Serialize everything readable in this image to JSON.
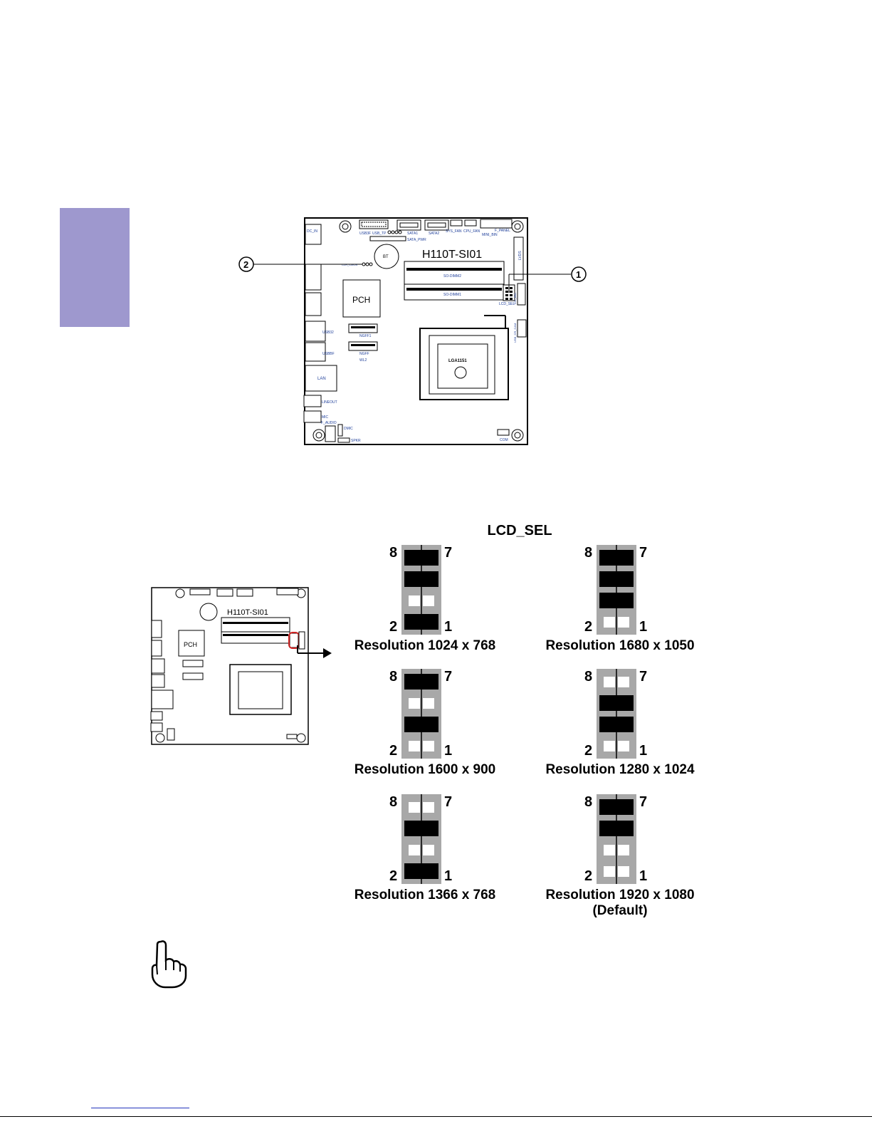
{
  "colors": {
    "tab": "#9e98ce",
    "label_blue": "#1f3f9a",
    "jumper_bg": "#a8a8a8"
  },
  "board_main": {
    "model": "H110T-SI01",
    "chip": "PCH",
    "battery": "BT",
    "memory_slots": [
      "SO-DIMM2",
      "SO-DIMM1"
    ],
    "cpu_socket": "LGA1151",
    "labels": {
      "dc_in": "DC_IN",
      "usb3f": "USB3F",
      "usb_tp": "USB_TP",
      "sata1": "SATA1",
      "sata2": "SATA2",
      "sys_fan": "SYS_FAN",
      "cpu_fan": "CPU_FAN",
      "f_panel": "F_PANEL",
      "mini_bin": "MINI_BIN",
      "sata_pwr": "SATA_PWR",
      "clr_cmos": "CLR_CMOS",
      "lvds": "LVDS",
      "lcd_sel": "LCD_SEL",
      "inv_bkl": "INV_BKL",
      "usb_cr_cam": "USB_CR_CAM",
      "usb32": "USB32",
      "usb_bf": "USBBF",
      "ngff1": "NGFF1",
      "ngff": "NGFF",
      "wl2": "WL2",
      "lan": "LAN",
      "lineout": "LINEOUT",
      "mic": "MIC",
      "f_audio": "F_AUDIO",
      "dmic": "DMIC",
      "spkr": "SPKR",
      "com": "COM"
    },
    "callouts": [
      "2",
      "1"
    ]
  },
  "board_small": {
    "model": "H110T-SI01",
    "chip": "PCH"
  },
  "lcd_sel": {
    "title": "LCD_SEL",
    "pin_top_left": "8",
    "pin_top_right": "7",
    "pin_bottom_left": "2",
    "pin_bottom_right": "1",
    "settings": [
      {
        "resolution": "Resolution 1024 x 768",
        "note": "",
        "caps": [
          true,
          true,
          false,
          true
        ]
      },
      {
        "resolution": "Resolution 1680 x 1050",
        "note": "",
        "caps": [
          true,
          true,
          true,
          false
        ]
      },
      {
        "resolution": "Resolution 1600 x 900",
        "note": "",
        "caps": [
          true,
          false,
          true,
          false
        ]
      },
      {
        "resolution": "Resolution 1280 x 1024",
        "note": "",
        "caps": [
          false,
          true,
          true,
          false
        ]
      },
      {
        "resolution": "Resolution 1366 x 768",
        "note": "",
        "caps": [
          false,
          true,
          false,
          true
        ]
      },
      {
        "resolution": "Resolution 1920 x 1080",
        "note": "(Default)",
        "caps": [
          true,
          true,
          false,
          false
        ]
      }
    ]
  },
  "note_icon": "pointing-hand-icon"
}
